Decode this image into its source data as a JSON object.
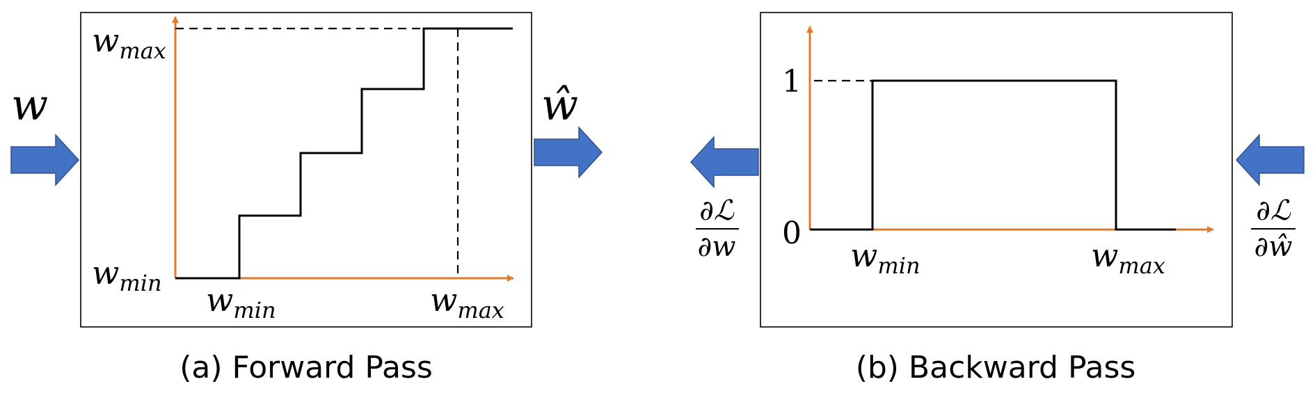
{
  "colors": {
    "axis": "#E07B2E",
    "curve": "#000000",
    "arrow_fill": "#4472C4",
    "arrow_stroke": "#2F528F",
    "frame": "#000000"
  },
  "forward": {
    "caption": "(a) Forward Pass",
    "input_symbol": "w",
    "output_symbol": "ŵ",
    "y_top": {
      "base": "w",
      "sub": "max"
    },
    "y_bottom": {
      "base": "w",
      "sub": "min"
    },
    "x_left": {
      "base": "w",
      "sub": "min"
    },
    "x_right": {
      "base": "w",
      "sub": "max"
    }
  },
  "backward": {
    "caption": "(b) Backward Pass",
    "y_one": "1",
    "y_zero": "0",
    "x_left": {
      "base": "w",
      "sub": "min"
    },
    "x_right": {
      "base": "w",
      "sub": "max"
    },
    "grad_in": {
      "num": "∂ℒ",
      "den": "∂ŵ"
    },
    "grad_out": {
      "num": "∂ℒ",
      "den": "∂w"
    }
  }
}
